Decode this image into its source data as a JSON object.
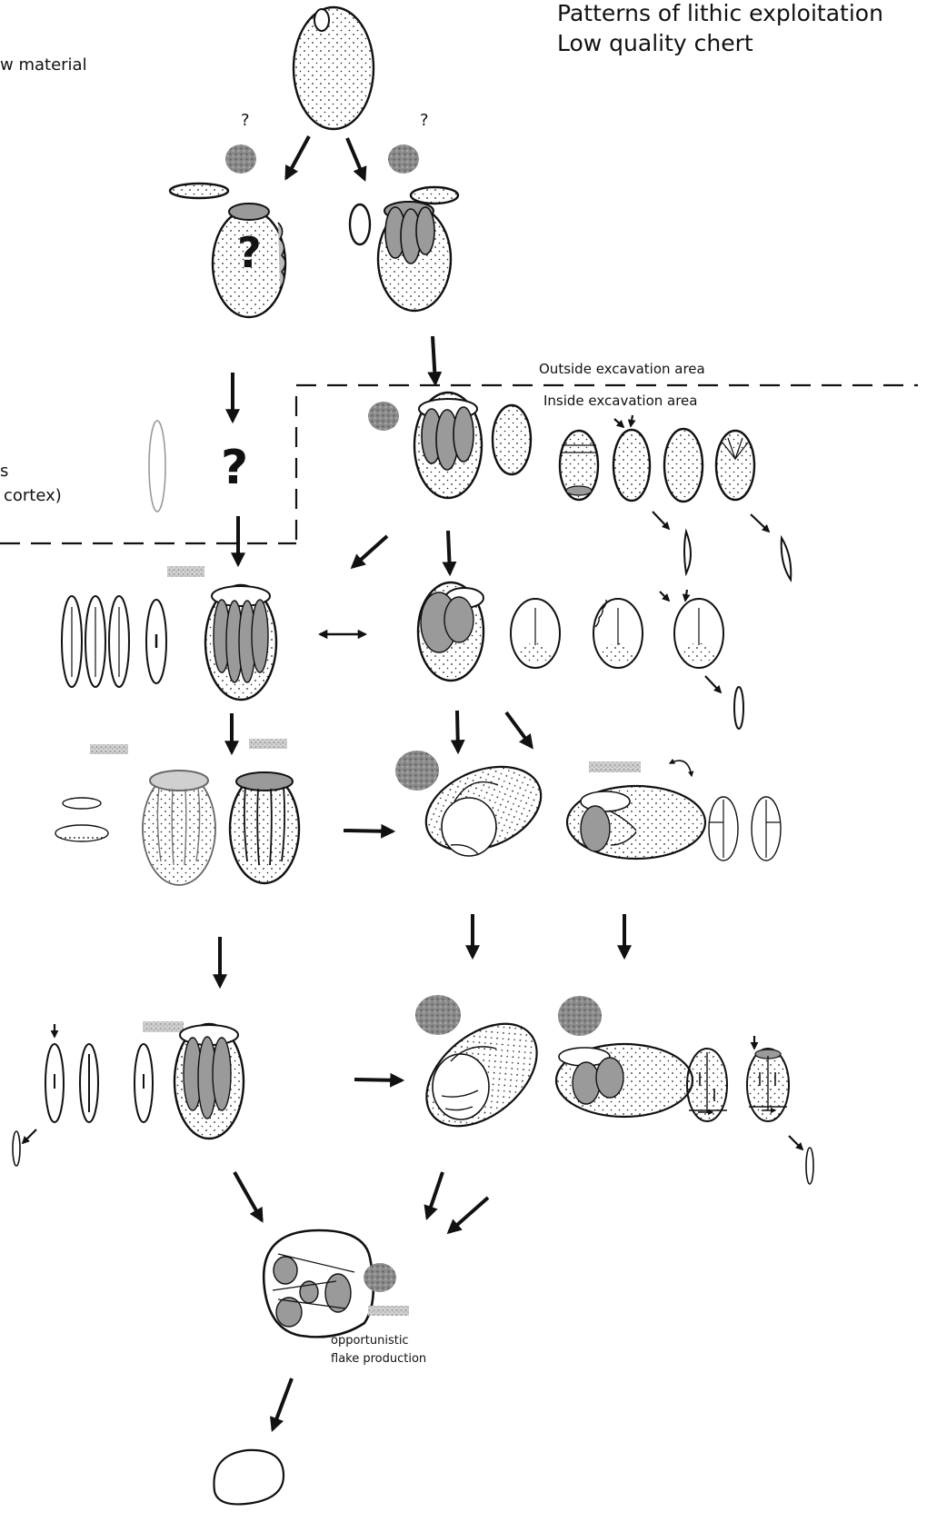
{
  "figure": {
    "title_line1": "Patterns of lithic exploitation",
    "title_line2": "Low quality chert",
    "left_label_raw_material": "w material",
    "left_label_line_s": "s",
    "left_label_cortex": "cortex)",
    "zone_outside": "Outside  excavation area",
    "zone_inside": "Inside excavation area",
    "caption_line1": "opportunistic",
    "caption_line2": "flake production",
    "question_mark": "?"
  },
  "colors": {
    "stroke": "#111111",
    "shade": "#9a9a9a",
    "light_shade": "#c8c8c8",
    "hammer": "#777777",
    "background": "#ffffff"
  }
}
